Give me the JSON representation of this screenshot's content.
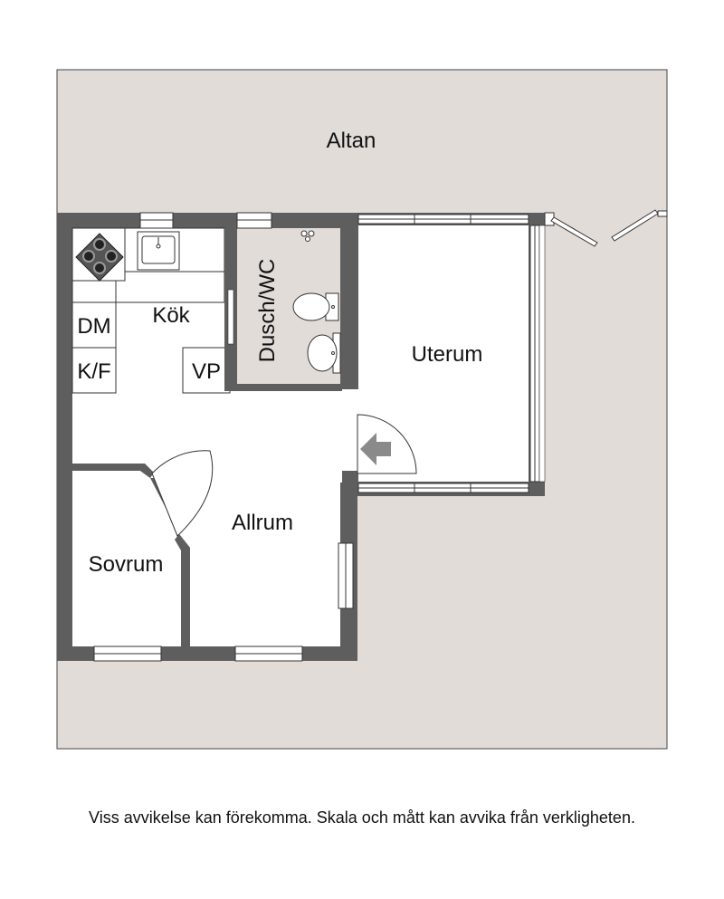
{
  "rooms": {
    "altan": "Altan",
    "kok": "Kök",
    "dusch_wc": "Dusch/WC",
    "uterum": "Uterum",
    "allrum": "Allrum",
    "sovrum": "Sovrum"
  },
  "appliances": {
    "dishwasher": "DM",
    "fridge_freezer": "K/F",
    "water_heater": "VP"
  },
  "disclaimer": "Viss avvikelse kan förekomma. Skala och mått kan avvika från verkligheten.",
  "colors": {
    "ground": "#e2dcd8",
    "wall": "#5e5e5e",
    "floor": "#ffffff",
    "bathroom_floor": "#e2dcd8",
    "outline": "#333333"
  }
}
